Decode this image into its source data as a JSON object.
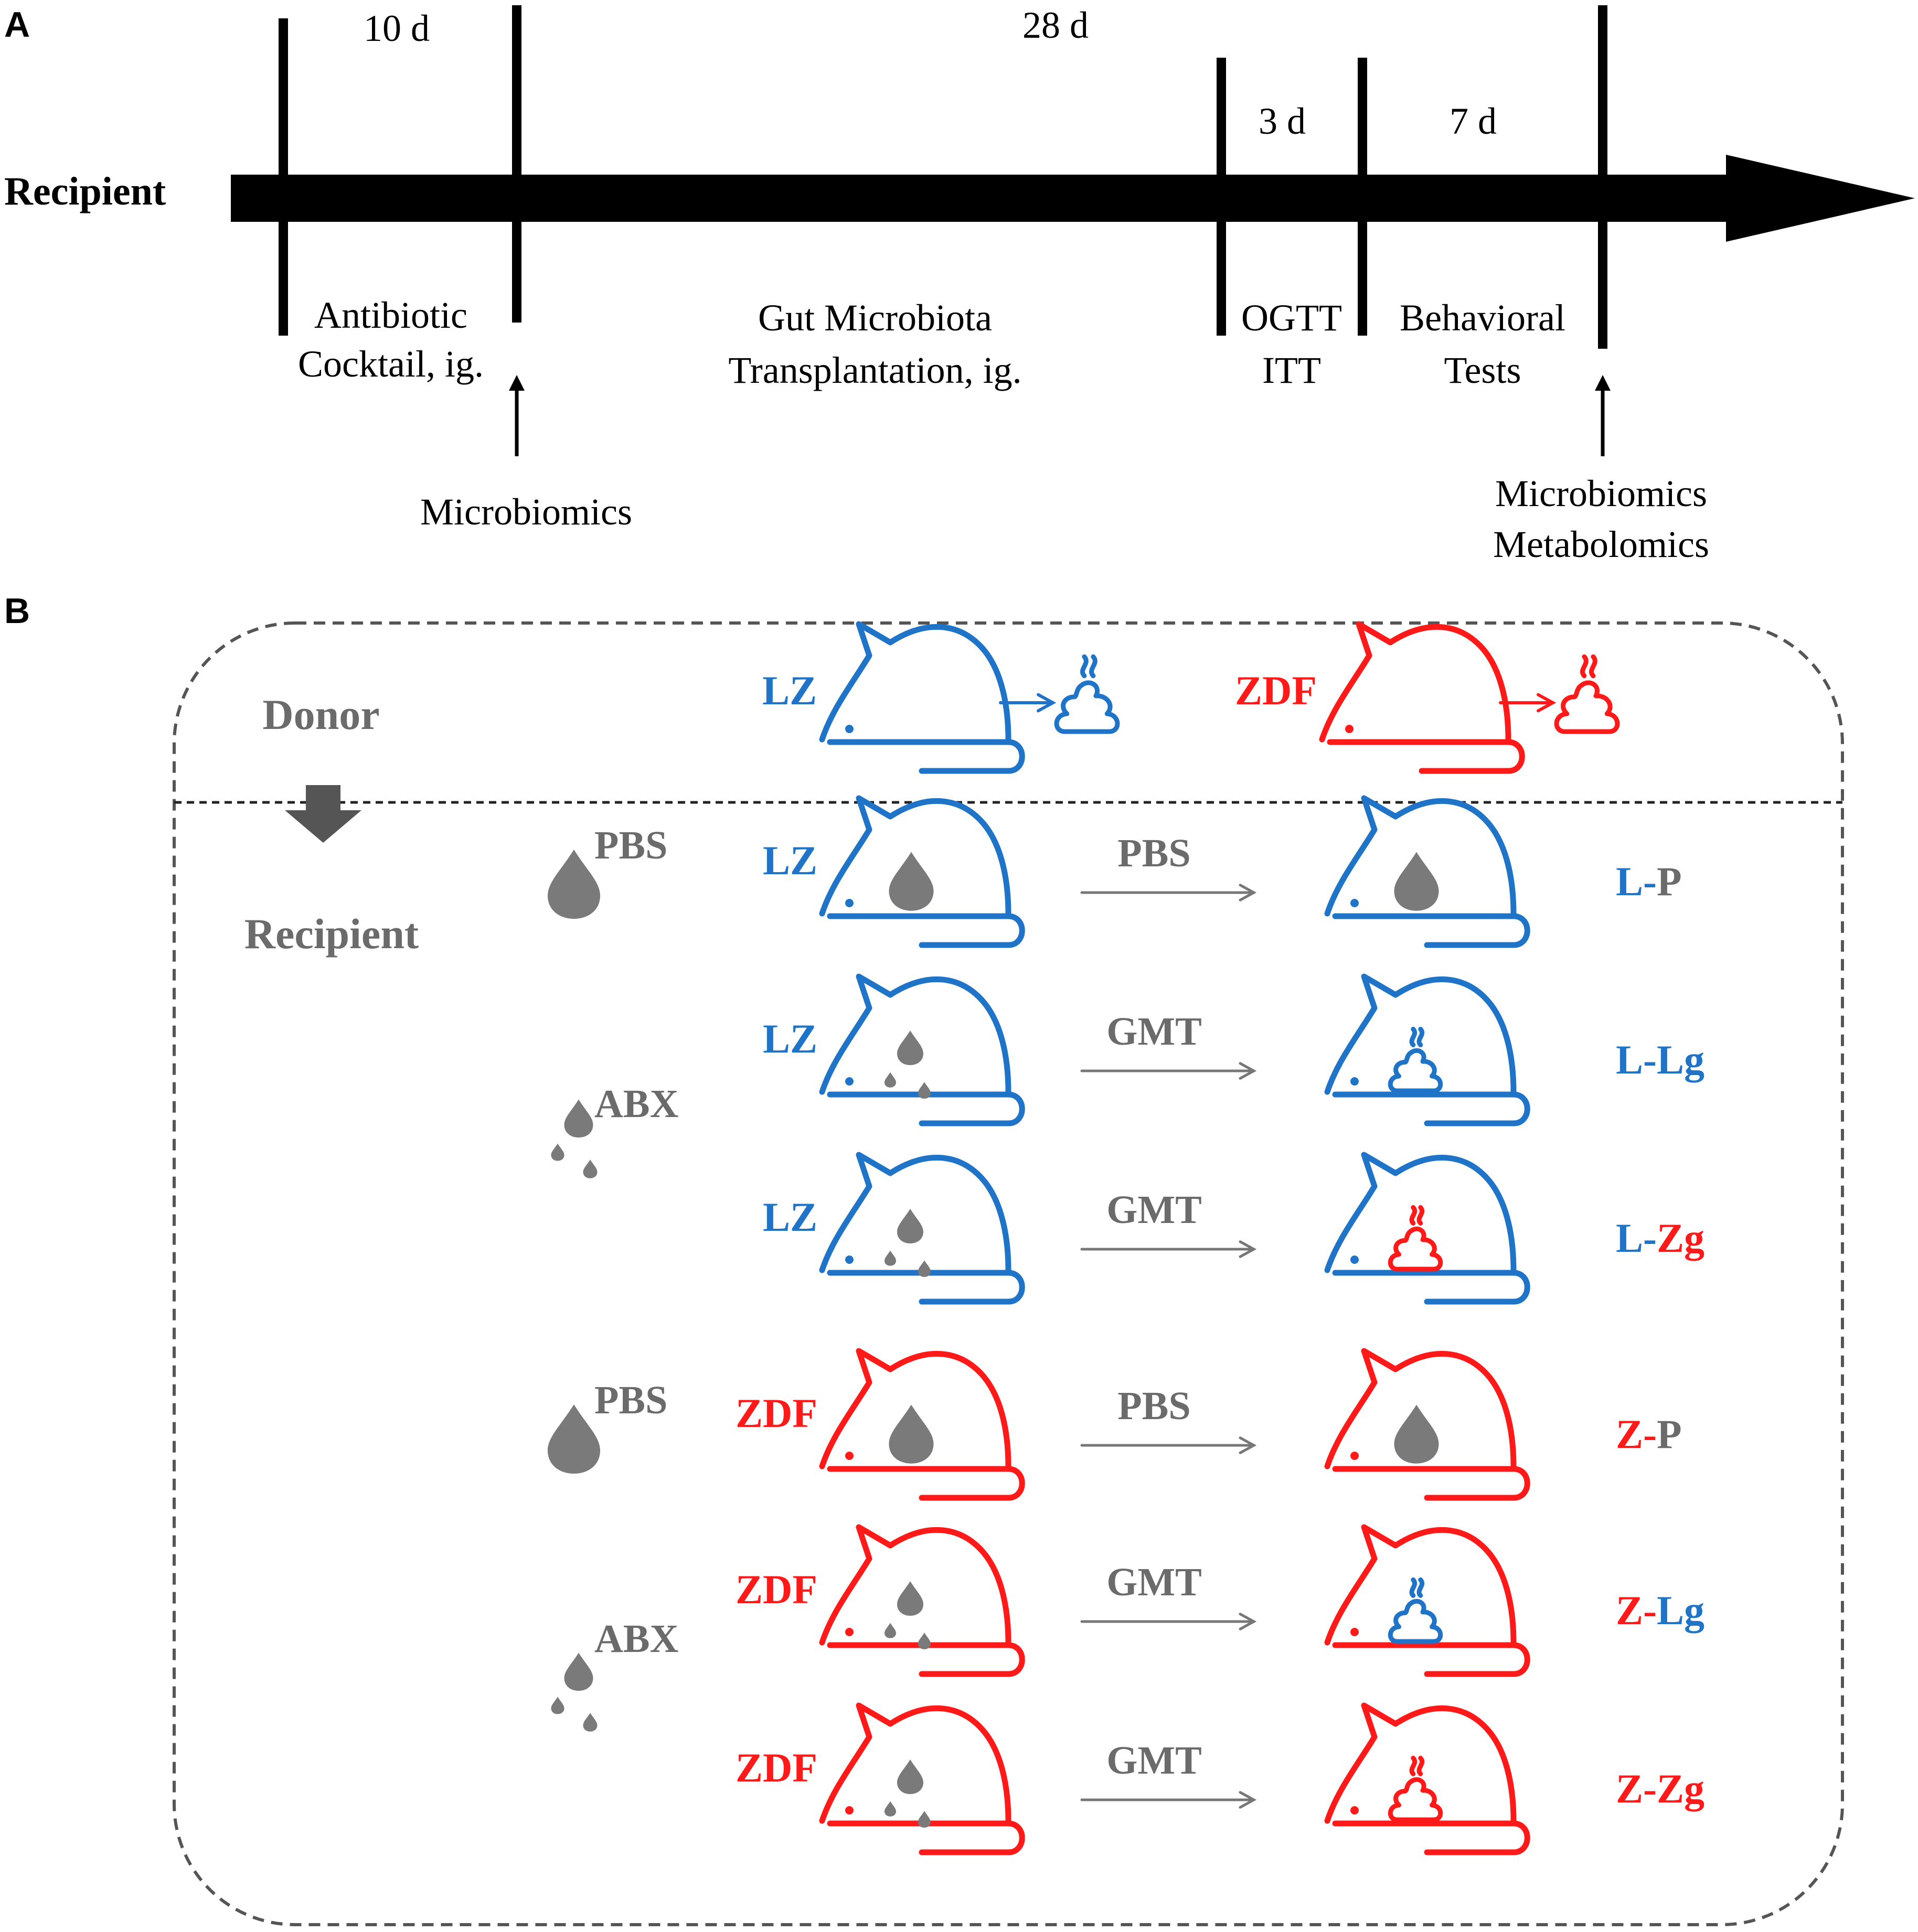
{
  "panel_a": {
    "letter": "A",
    "axis_label": "Recipient",
    "durations": {
      "antibiotic": "10 d",
      "gmt": "28 d",
      "ogtt": "3 d",
      "behavior": "7 d"
    },
    "phases": {
      "antibiotic_line1": "Antibiotic",
      "antibiotic_line2": "Cocktail, ig.",
      "gmt_line1": "Gut Microbiota",
      "gmt_line2": "Transplantation, ig.",
      "ogtt_line1": "OGTT",
      "ogtt_line2": "ITT",
      "behavior_line1": "Behavioral",
      "behavior_line2": "Tests"
    },
    "samplings": {
      "first": "Microbiomics",
      "second_line1": "Microbiomics",
      "second_line2": "Metabolomics"
    }
  },
  "panel_b": {
    "letter": "B",
    "donor_label": "Donor",
    "recipient_label": "Recipient",
    "donors": [
      {
        "strain": "LZ",
        "color": "blue"
      },
      {
        "strain": "ZDF",
        "color": "red"
      }
    ],
    "treatments": {
      "pbs_a": "PBS",
      "abx_a": "ABX",
      "pbs_b": "PBS",
      "abx_b": "ABX"
    },
    "groups": [
      {
        "strain": "LZ",
        "strain_color": "blue",
        "procedure": "PBS",
        "start_fill": "pbs",
        "end_fill": "pbs",
        "label_a": "L-",
        "label_b": "P",
        "color_a": "blue",
        "color_b": "gray"
      },
      {
        "strain": "LZ",
        "strain_color": "blue",
        "procedure": "GMT",
        "start_fill": "abx",
        "end_fill": "feces-blue",
        "label_a": "L-",
        "label_b": "Lg",
        "color_a": "blue",
        "color_b": "blue"
      },
      {
        "strain": "LZ",
        "strain_color": "blue",
        "procedure": "GMT",
        "start_fill": "abx",
        "end_fill": "feces-red",
        "label_a": "L-",
        "label_b": "Zg",
        "color_a": "blue",
        "color_b": "red"
      },
      {
        "strain": "ZDF",
        "strain_color": "red",
        "procedure": "PBS",
        "start_fill": "pbs",
        "end_fill": "pbs",
        "label_a": "Z-",
        "label_b": "P",
        "color_a": "red",
        "color_b": "gray"
      },
      {
        "strain": "ZDF",
        "strain_color": "red",
        "procedure": "GMT",
        "start_fill": "abx",
        "end_fill": "feces-blue",
        "label_a": "Z-",
        "label_b": "Lg",
        "color_a": "red",
        "color_b": "blue"
      },
      {
        "strain": "ZDF",
        "strain_color": "red",
        "procedure": "GMT",
        "start_fill": "abx",
        "end_fill": "feces-red",
        "label_a": "Z-",
        "label_b": "Zg",
        "color_a": "red",
        "color_b": "red"
      }
    ]
  },
  "colors": {
    "blue": "#1f74c8",
    "red": "#ff1a1a",
    "gray": "#6b6b6b",
    "black": "#000000"
  }
}
